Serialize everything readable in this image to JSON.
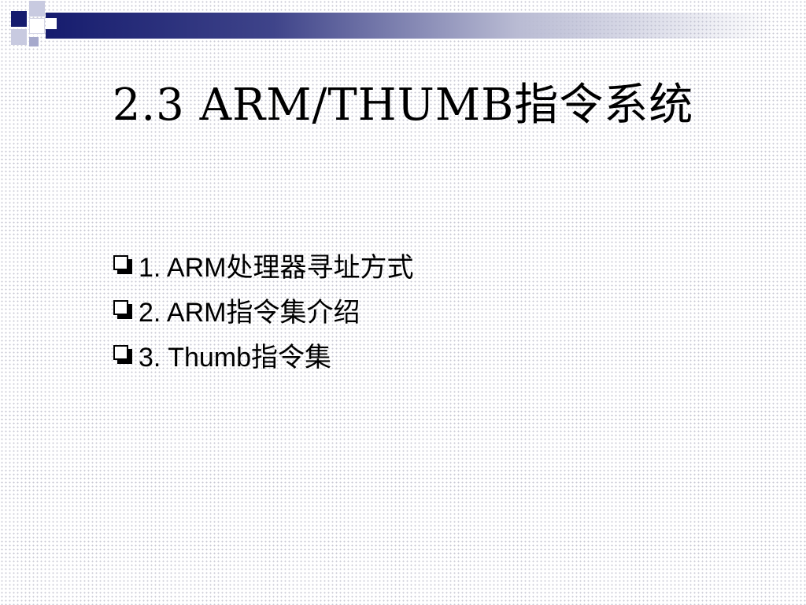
{
  "slide": {
    "title": "2.3 ARM/THUMB指令系统",
    "bullets": [
      {
        "label": "1. ARM处理器寻址方式"
      },
      {
        "label": "2. ARM指令集介绍"
      },
      {
        "label": "3. Thumb指令集"
      }
    ]
  },
  "colors": {
    "accent_dark": "#161c6e",
    "accent_light": "#c8cae0",
    "text": "#000000",
    "background": "#ffffff"
  },
  "icons": {
    "bullet": "checkbox-square-icon"
  }
}
